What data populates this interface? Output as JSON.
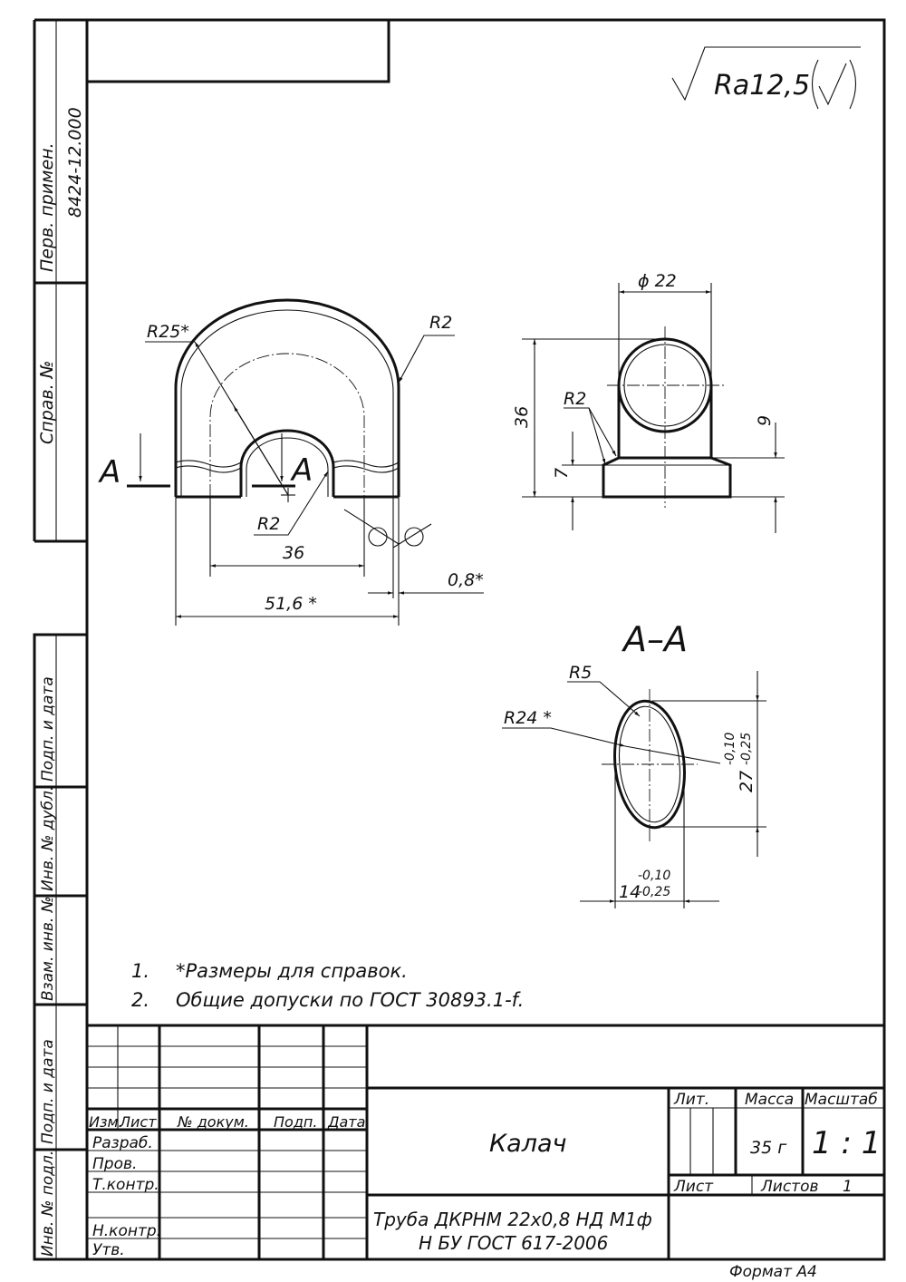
{
  "drawing": {
    "roughness": "Ra12,5",
    "section_title": "А–А",
    "section_mark": "А",
    "notes": [
      {
        "num": "1.",
        "text": "*Размеры для справок."
      },
      {
        "num": "2.",
        "text": "Общие допуски по ГОСТ 30893.1-f."
      }
    ],
    "dims": {
      "r25": "R25*",
      "r2_top": "R2",
      "r2_inner": "R2",
      "d36": "36",
      "d516": "51,6 *",
      "d08": "0,8*",
      "phi22": "ϕ 22",
      "r2_side": "R2",
      "h36": "36",
      "h7": "7",
      "h9": "9",
      "r5": "R5",
      "r24": "R24 *",
      "h27": "27",
      "h27_tol_up": "-0,10",
      "h27_tol_dn": "-0,25",
      "w14": "14",
      "w14_tol_up": "-0,10",
      "w14_tol_dn": "-0,25"
    }
  },
  "side_stamp": {
    "perv_primen_label": "Перв. примен.",
    "perv_primen_value": "8424-12.000",
    "sprav_label": "Справ. №",
    "podp_data_1": "Подп. и дата",
    "inv_dubl": "Инв. № дубл.",
    "vzam_inv": "Взам. инв. №",
    "podp_data_2": "Подп. и дата",
    "inv_podl": "Инв. № подл."
  },
  "title_block": {
    "headers": {
      "izm": "Изм.",
      "list": "Лист",
      "doc": "№ докум.",
      "podp": "Подп.",
      "data": "Дата"
    },
    "roles": [
      "Разраб.",
      "Пров.",
      "Т.контр.",
      "Н.контр.",
      "Утв."
    ],
    "part_name": "Калач",
    "material_line1": "Труба ДКРНМ 22х0,8 НД М1ф",
    "material_line2": "Н БУ ГОСТ 617-2006",
    "lit_label": "Лит.",
    "mass_label": "Масса",
    "scale_label": "Масштаб",
    "mass_value": "35 г",
    "scale_value": "1 : 1",
    "sheet_label": "Лист",
    "sheets_label": "Листов",
    "sheets_value": "1",
    "format": "Формат А4"
  }
}
